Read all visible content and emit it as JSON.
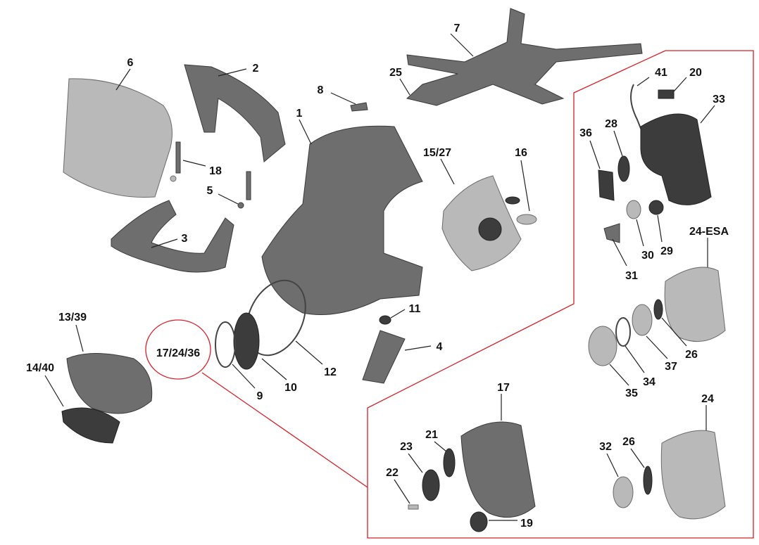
{
  "diagram": {
    "accent_color": "#d32027",
    "callouts": {
      "c1": "1",
      "c2": "2",
      "c3": "3",
      "c4": "4",
      "c5": "5",
      "c6": "6",
      "c7": "7",
      "c8": "8",
      "c9": "9",
      "c10": "10",
      "c11": "11",
      "c12": "12",
      "c13_39": "13/39",
      "c14_40": "14/40",
      "c15_27": "15/27",
      "c16": "16",
      "c17_24_36": "17/24/36",
      "c18": "18",
      "c25": "25",
      "c41": "41",
      "c20": "20",
      "c33": "33",
      "c36": "36",
      "c28": "28",
      "c30": "30",
      "c29": "29",
      "c31": "31",
      "c24esa": "24-ESA",
      "c26a": "26",
      "c37": "37",
      "c34": "34",
      "c35": "35",
      "c17": "17",
      "c24": "24",
      "c23": "23",
      "c21": "21",
      "c22": "22",
      "c19": "19",
      "c32": "32",
      "c26b": "26"
    }
  }
}
